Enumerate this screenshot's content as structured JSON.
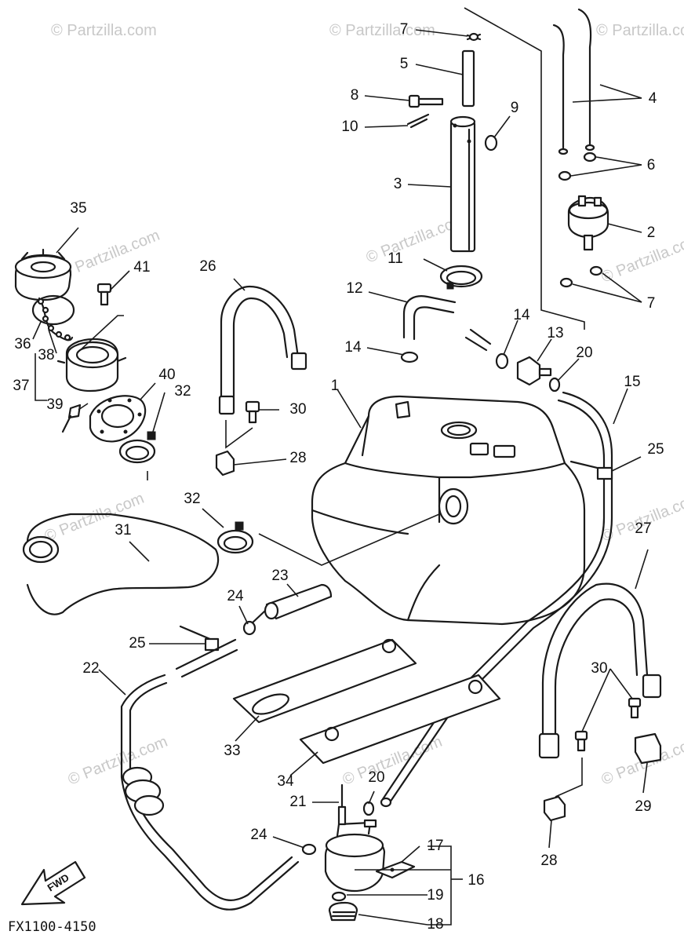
{
  "watermark": "© Partzilla.com",
  "figure_code": "FX1100-4150",
  "fwd_label": "FWD",
  "callouts": {
    "c1": "1",
    "c2": "2",
    "c3": "3",
    "c4": "4",
    "c5": "5",
    "c6": "6",
    "c7a": "7",
    "c7b": "7",
    "c8": "8",
    "c9": "9",
    "c10": "10",
    "c11": "11",
    "c12": "12",
    "c13": "13",
    "c14a": "14",
    "c14b": "14",
    "c15": "15",
    "c16": "16",
    "c17": "17",
    "c18": "18",
    "c19": "19",
    "c20a": "20",
    "c20b": "20",
    "c21": "21",
    "c22": "22",
    "c23": "23",
    "c24a": "24",
    "c24b": "24",
    "c25a": "25",
    "c25b": "25",
    "c26": "26",
    "c27": "27",
    "c28a": "28",
    "c28b": "28",
    "c29": "29",
    "c30a": "30",
    "c30b": "30",
    "c31": "31",
    "c32a": "32",
    "c32b": "32",
    "c33": "33",
    "c34": "34",
    "c35": "35",
    "c36": "36",
    "c37": "37",
    "c38": "38",
    "c39": "39",
    "c40": "40",
    "c41": "41"
  }
}
